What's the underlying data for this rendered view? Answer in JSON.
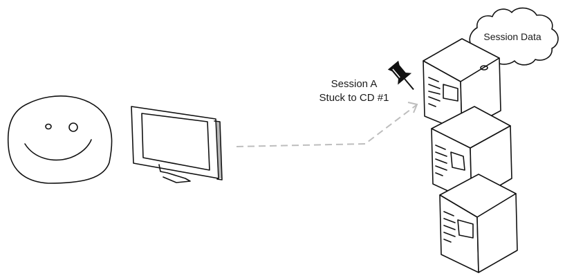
{
  "labels": {
    "session_line1": "Session A",
    "session_line2": "Stuck to CD #1",
    "cloud": "Session Data"
  },
  "colors": {
    "ink": "#111111",
    "dashed_line": "#bdbdbd",
    "background": "#ffffff"
  },
  "icons": [
    "smiley-face-icon",
    "monitor-icon",
    "push-pin-icon",
    "cloud-icon",
    "server-icon"
  ]
}
